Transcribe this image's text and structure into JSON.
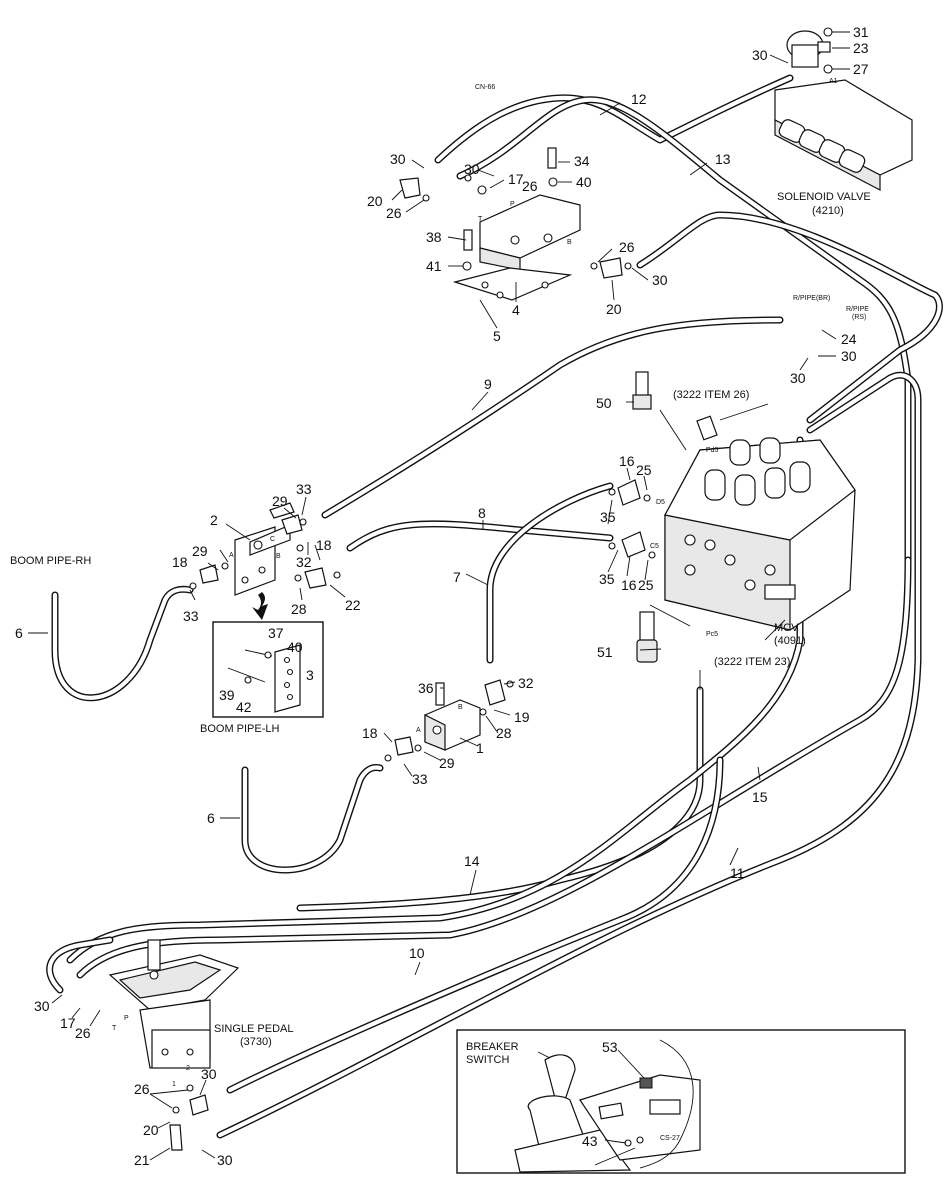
{
  "labels": {
    "solenoid_valve": "SOLENOID VALVE",
    "solenoid_valve_code": "(4210)",
    "mcv": "MCV",
    "mcv_code": "(4091)",
    "boom_pipe_rh": "BOOM PIPE-RH",
    "boom_pipe_lh": "BOOM PIPE-LH",
    "single_pedal": "SINGLE PEDAL",
    "single_pedal_code": "(3730)",
    "breaker_switch_1": "BREAKER",
    "breaker_switch_2": "SWITCH",
    "ref_item_26": "(3222 ITEM 26)",
    "ref_item_23": "(3222 ITEM 23)",
    "r_pipe_br": "R/PIPE(BR)",
    "r_pipe_rs_1": "R/PIPE",
    "r_pipe_rs_2": "(RS)",
    "cn66": "CN-66",
    "cs27": "CS-27",
    "port_a1": "A1",
    "port_pd5": "Pd5",
    "port_d5": "D5",
    "port_c5": "C5",
    "port_pc5": "Pc5",
    "port_t": "T",
    "port_p": "P",
    "port_b": "B",
    "port_a": "A",
    "port_c": "C",
    "port_1": "1",
    "port_2": "2"
  },
  "callouts": {
    "n31": "31",
    "n23": "23",
    "n30a": "30",
    "n27": "27",
    "n12": "12",
    "n13": "13",
    "n30b": "30",
    "n34": "34",
    "n30c": "30",
    "n17a": "17",
    "n40a": "40",
    "n26a": "26",
    "n20a": "20",
    "n26b": "26",
    "n38": "38",
    "n41": "41",
    "n4": "4",
    "n5": "5",
    "n26c": "26",
    "n30d": "30",
    "n20b": "20",
    "n24": "24",
    "n30e": "30",
    "n30f": "30",
    "n9": "9",
    "n50": "50",
    "n29a": "29",
    "n33a": "33",
    "n2": "2",
    "n18a": "18",
    "n29b": "29",
    "n18b": "18",
    "n33b": "33",
    "n32a": "32",
    "n28a": "28",
    "n22": "22",
    "n6a": "6",
    "n8": "8",
    "n16a": "16",
    "n25a": "25",
    "n35a": "35",
    "n7": "7",
    "n35b": "35",
    "n16b": "16",
    "n25b": "25",
    "n51": "51",
    "n37": "37",
    "n40b": "40",
    "n3": "3",
    "n39": "39",
    "n42": "42",
    "n36": "36",
    "n32b": "32",
    "n18c": "18",
    "n19": "19",
    "n28b": "28",
    "n1": "1",
    "n29c": "29",
    "n33c": "33",
    "n6b": "6",
    "n15": "15",
    "n14": "14",
    "n11": "11",
    "n10": "10",
    "n30g": "30",
    "n17b": "17",
    "n26d": "26",
    "n26e": "26",
    "n30h": "30",
    "n20c": "20",
    "n21": "21",
    "n30i": "30",
    "n53": "53",
    "n43": "43"
  }
}
